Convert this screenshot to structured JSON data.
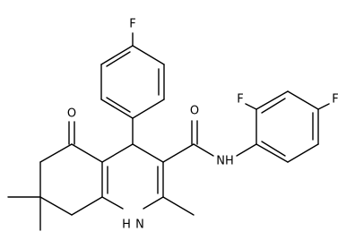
{
  "labels": {
    "f_top": "F",
    "f_ortho": "F",
    "f_para": "F",
    "oxygen_amide": "O",
    "oxygen_ketone": "O",
    "nh_amide": "NH",
    "nh_ring": "H",
    "n_ring": "N"
  },
  "colors": {
    "bond": "#000000",
    "text": "#000000",
    "background": "#ffffff"
  }
}
